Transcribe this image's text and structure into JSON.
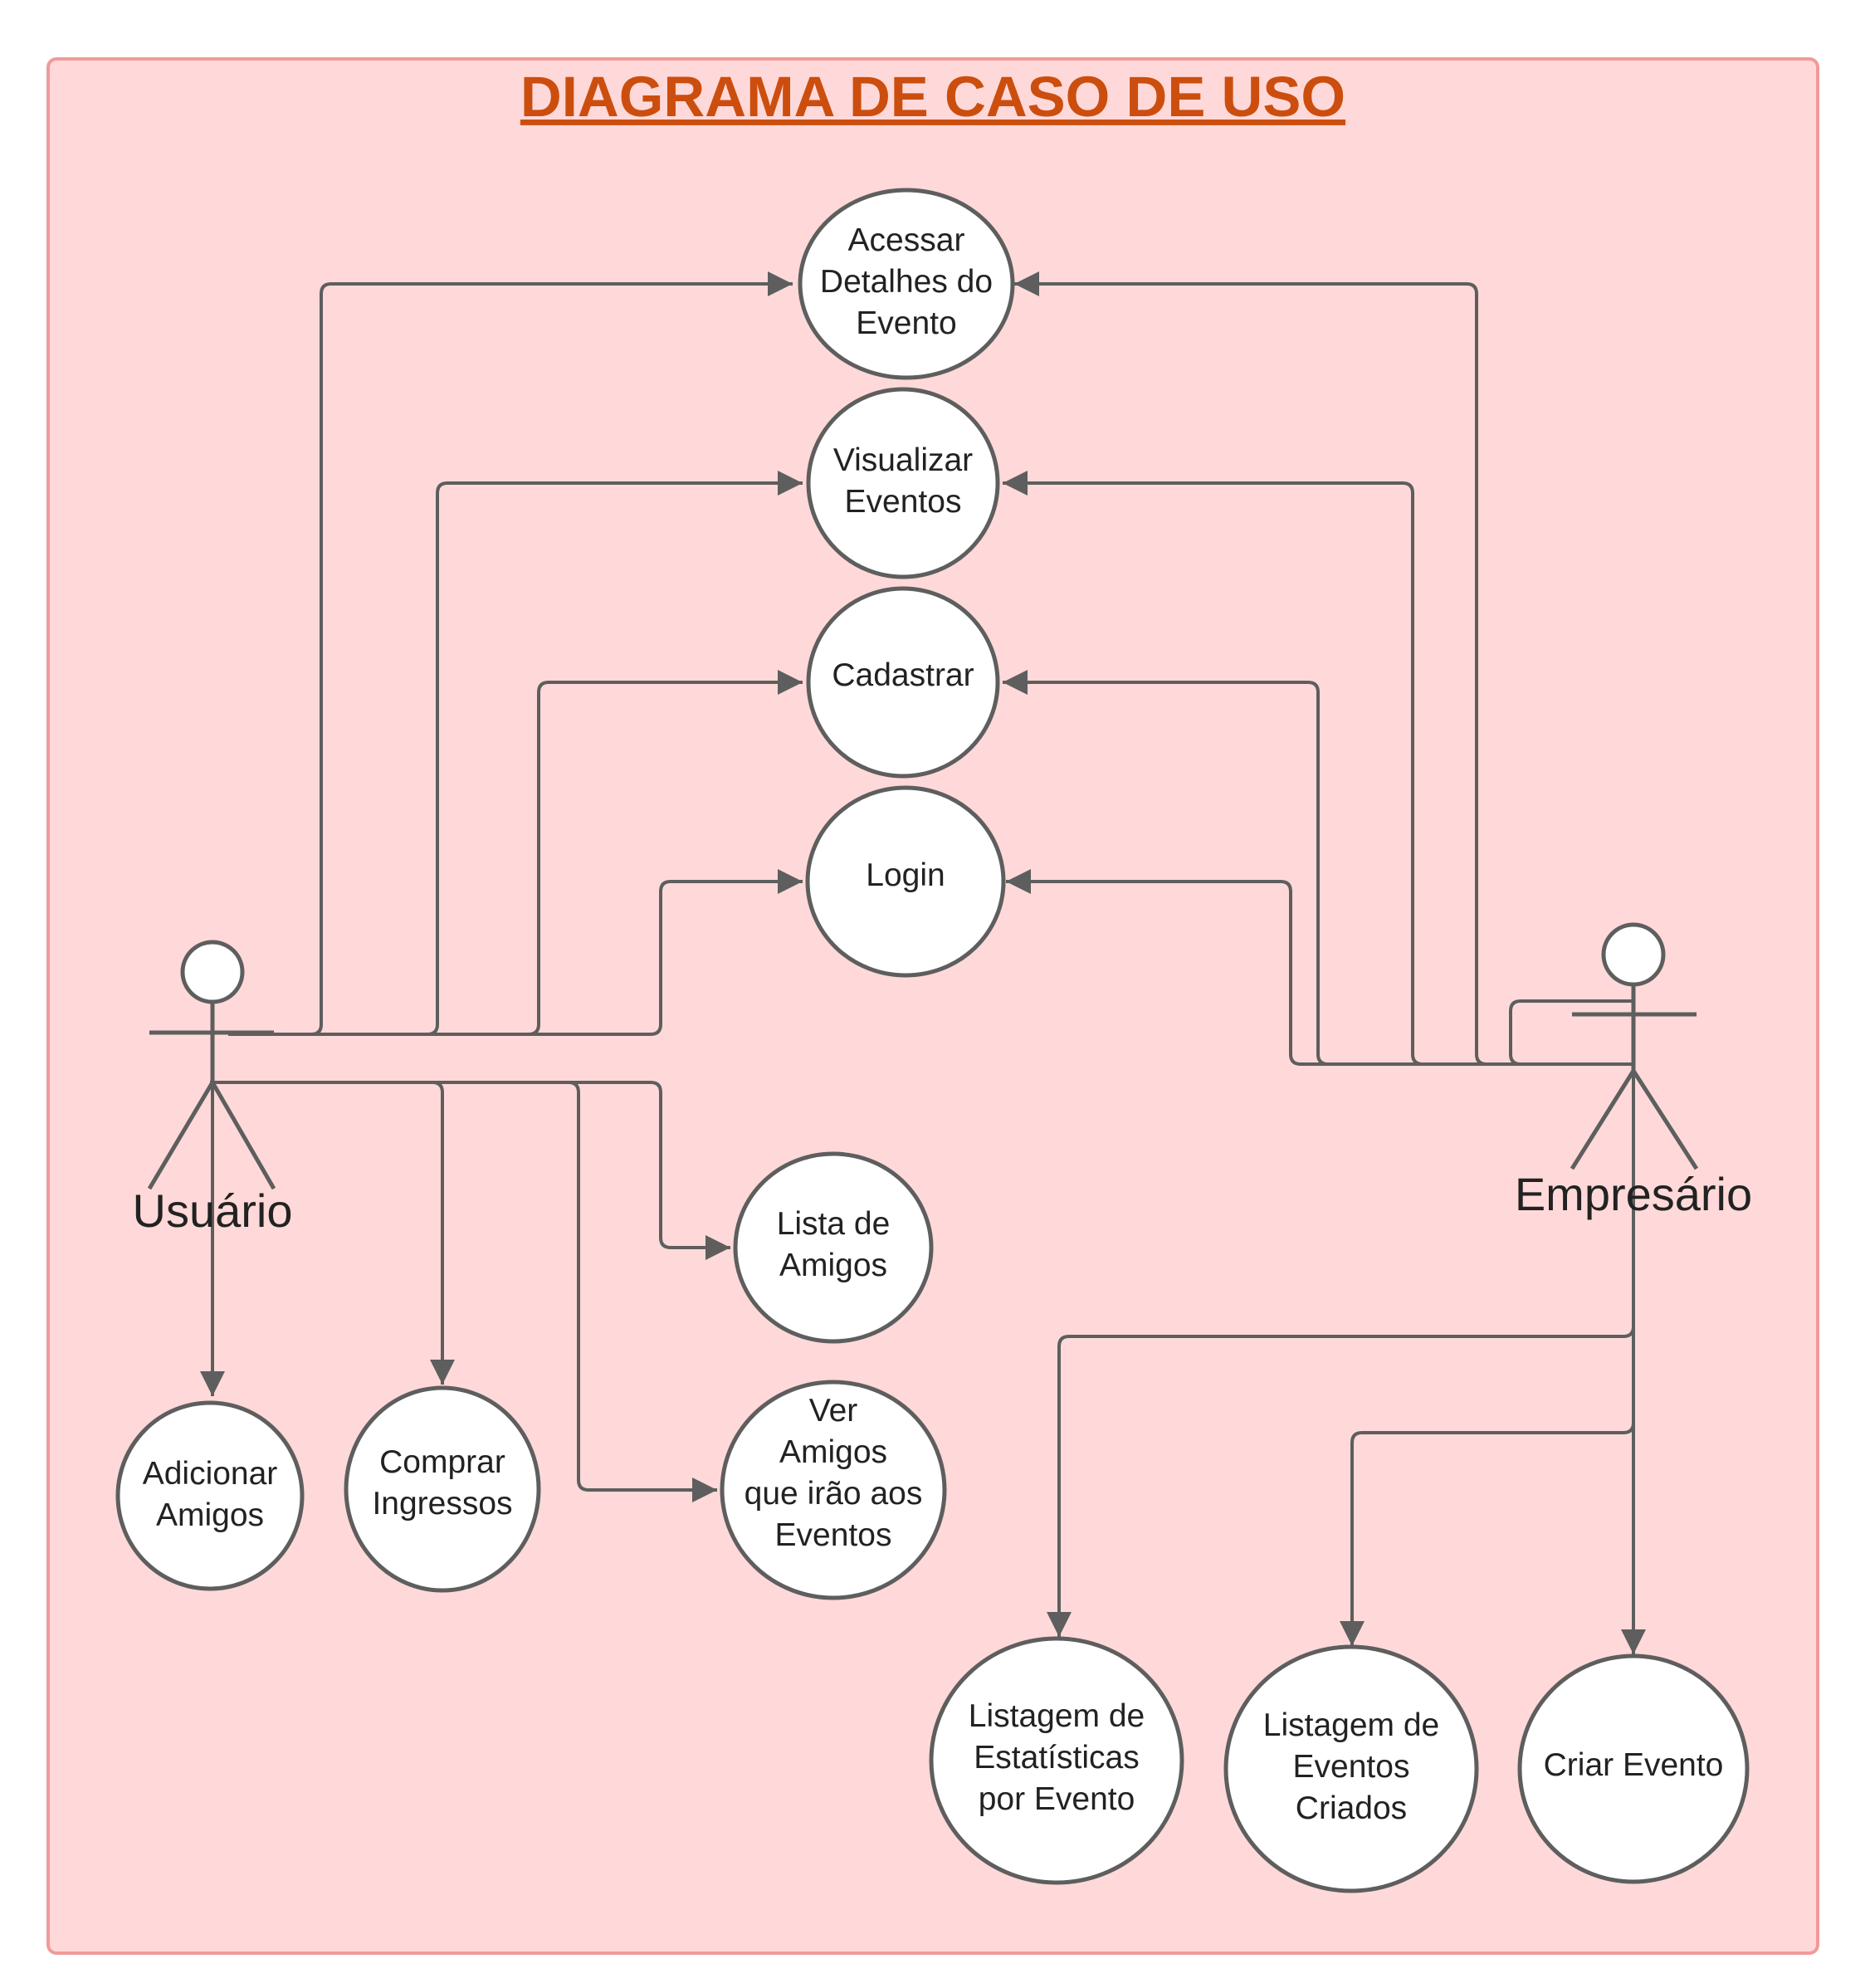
{
  "title": "DIAGRAMA DE CASO DE USO",
  "colors": {
    "frame_fill": "#ffd9d9",
    "frame_stroke": "#f09a9a",
    "title": "#cc4e0e",
    "line": "#5e5e5e",
    "use_case_fill": "#ffffff"
  },
  "actors": {
    "usuario": "Usuário",
    "empresario": "Empresário"
  },
  "use_cases": {
    "acessar_detalhes": [
      "Acessar",
      "Detalhes do",
      "Evento"
    ],
    "visualizar_eventos": [
      "Visualizar",
      "Eventos"
    ],
    "cadastrar": [
      "Cadastrar"
    ],
    "login": [
      "Login"
    ],
    "lista_amigos": [
      "Lista de",
      "Amigos"
    ],
    "adicionar_amigos": [
      "Adicionar",
      "Amigos"
    ],
    "comprar_ingressos": [
      "Comprar",
      "Ingressos"
    ],
    "ver_amigos_eventos": [
      "Ver",
      "Amigos",
      "que irão aos",
      "Eventos"
    ],
    "listagem_estatisticas": [
      "Listagem de",
      "Estatísticas",
      "por Evento"
    ],
    "listagem_eventos_criados": [
      "Listagem de",
      "Eventos",
      "Criados"
    ],
    "criar_evento": [
      "Criar Evento"
    ]
  },
  "associations": [
    {
      "from": "usuario",
      "to": "acessar_detalhes"
    },
    {
      "from": "usuario",
      "to": "visualizar_eventos"
    },
    {
      "from": "usuario",
      "to": "cadastrar"
    },
    {
      "from": "usuario",
      "to": "login"
    },
    {
      "from": "usuario",
      "to": "lista_amigos"
    },
    {
      "from": "usuario",
      "to": "adicionar_amigos"
    },
    {
      "from": "usuario",
      "to": "comprar_ingressos"
    },
    {
      "from": "usuario",
      "to": "ver_amigos_eventos"
    },
    {
      "from": "empresario",
      "to": "acessar_detalhes"
    },
    {
      "from": "empresario",
      "to": "visualizar_eventos"
    },
    {
      "from": "empresario",
      "to": "cadastrar"
    },
    {
      "from": "empresario",
      "to": "login"
    },
    {
      "from": "empresario",
      "to": "listagem_estatisticas"
    },
    {
      "from": "empresario",
      "to": "listagem_eventos_criados"
    },
    {
      "from": "empresario",
      "to": "criar_evento"
    }
  ]
}
